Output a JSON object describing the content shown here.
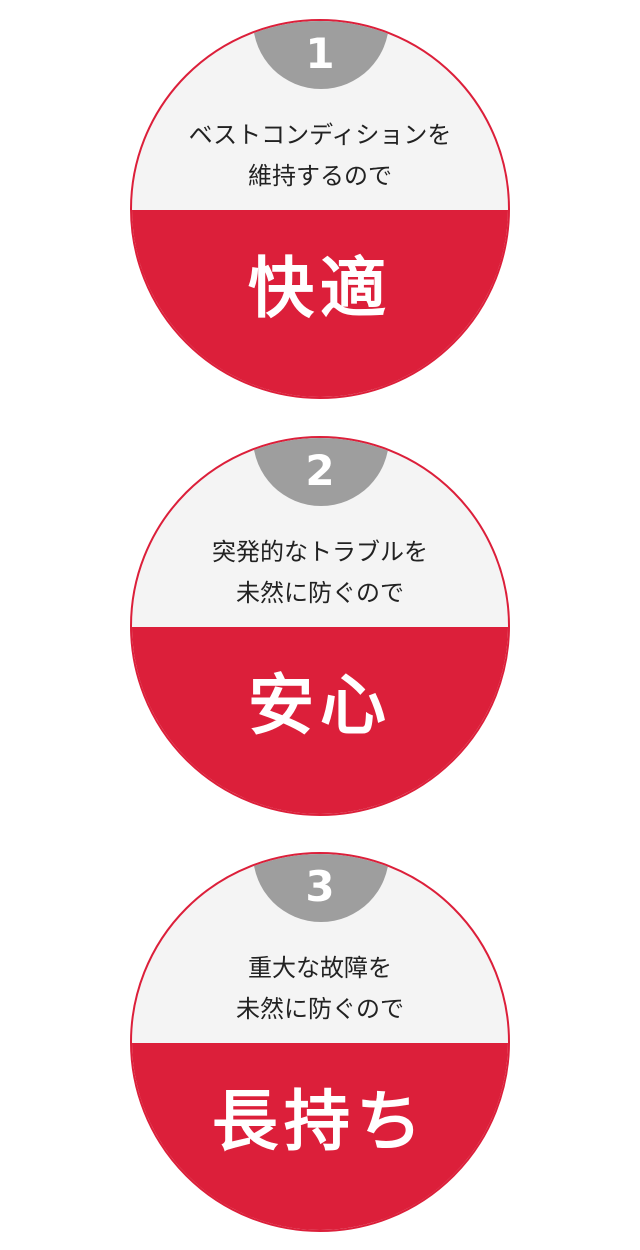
{
  "colors": {
    "accent": "#dc1f3a",
    "badge": "#9e9e9e",
    "panel": "#f4f4f4"
  },
  "items": [
    {
      "number": "1",
      "line1": "ベストコンディションを",
      "line2": "維持するので",
      "title": "快適"
    },
    {
      "number": "2",
      "line1": "突発的なトラブルを",
      "line2": "未然に防ぐので",
      "title": "安心"
    },
    {
      "number": "3",
      "line1": "重大な故障を",
      "line2": "未然に防ぐので",
      "title": "長持ち"
    }
  ]
}
